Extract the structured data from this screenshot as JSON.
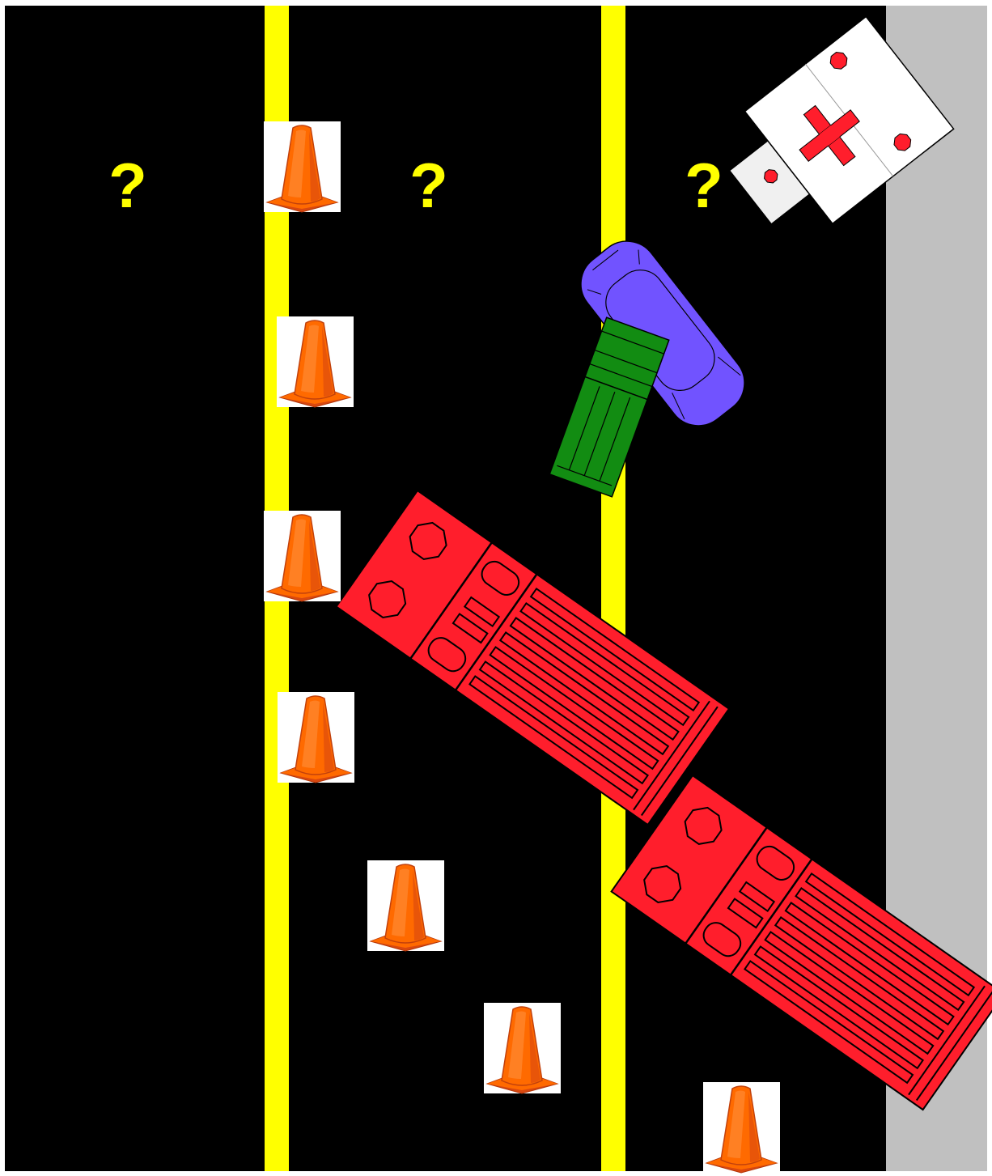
{
  "lane_labels": [
    "?",
    "?",
    "?"
  ],
  "colors": {
    "road": "#000000",
    "lane_line": "#ffff00",
    "shoulder": "#c0c0c0",
    "frame": "#ffffff",
    "question_mark": "#ffff00",
    "cone": "#ff6a00",
    "cone_dark": "#d9480f",
    "cone_tile": "#ffffff",
    "fire_truck": "#ff1e2c",
    "ambulance": "#ffffff",
    "ambulance_cross": "#ff1e2c",
    "sedan": "#7153ff",
    "pickup": "#128c12"
  },
  "icons": {
    "cone": "traffic-cone-icon",
    "fire_truck": "fire-truck-icon",
    "ambulance": "ambulance-icon",
    "sedan": "sedan-car-icon",
    "pickup": "pickup-truck-icon"
  },
  "scene": {
    "lanes": 3,
    "cone_count": 7,
    "fire_trucks": 2,
    "ambulances": 1,
    "cars": 2
  }
}
